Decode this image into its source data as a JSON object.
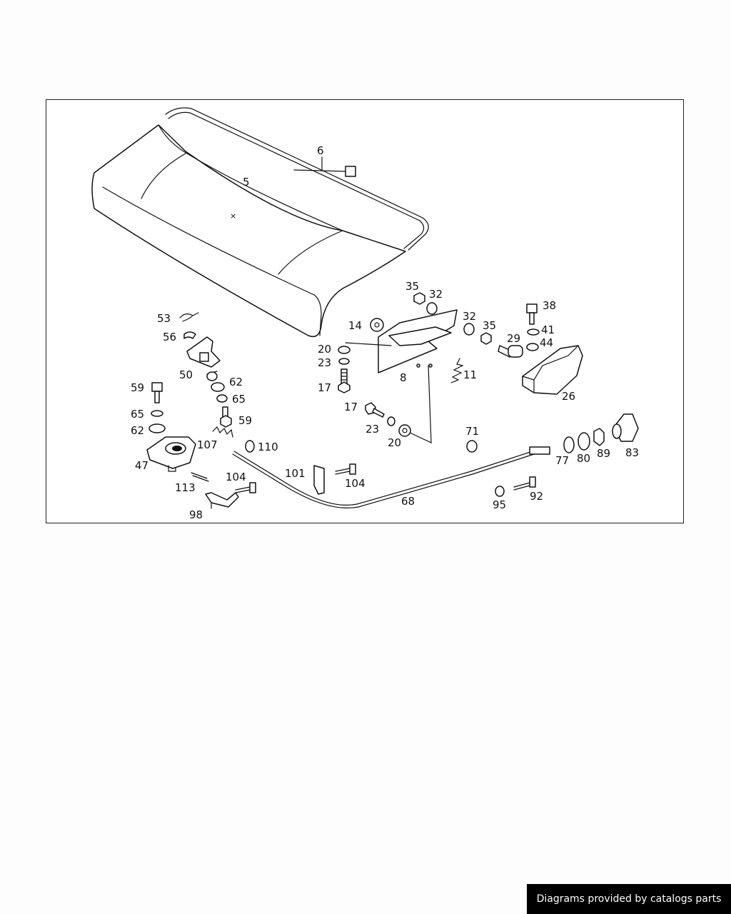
{
  "callouts": {
    "c5": "5",
    "c6": "6",
    "c8": "8",
    "c11": "11",
    "c14": "14",
    "c17a": "17",
    "c17b": "17",
    "c20a": "20",
    "c20b": "20",
    "c23a": "23",
    "c23b": "23",
    "c26": "26",
    "c29": "29",
    "c32a": "32",
    "c32b": "32",
    "c35a": "35",
    "c35b": "35",
    "c38": "38",
    "c41": "41",
    "c44": "44",
    "c47": "47",
    "c50": "50",
    "c53": "53",
    "c56": "56",
    "c59a": "59",
    "c59b": "59",
    "c62a": "62",
    "c62b": "62",
    "c65a": "65",
    "c65b": "65",
    "c68": "68",
    "c71": "71",
    "c77": "77",
    "c80": "80",
    "c83": "83",
    "c89": "89",
    "c92": "92",
    "c95": "95",
    "c98": "98",
    "c101": "101",
    "c104a": "104",
    "c104b": "104",
    "c107": "107",
    "c110": "110",
    "c113": "113"
  },
  "credit": "Diagrams provided by catalogs parts"
}
